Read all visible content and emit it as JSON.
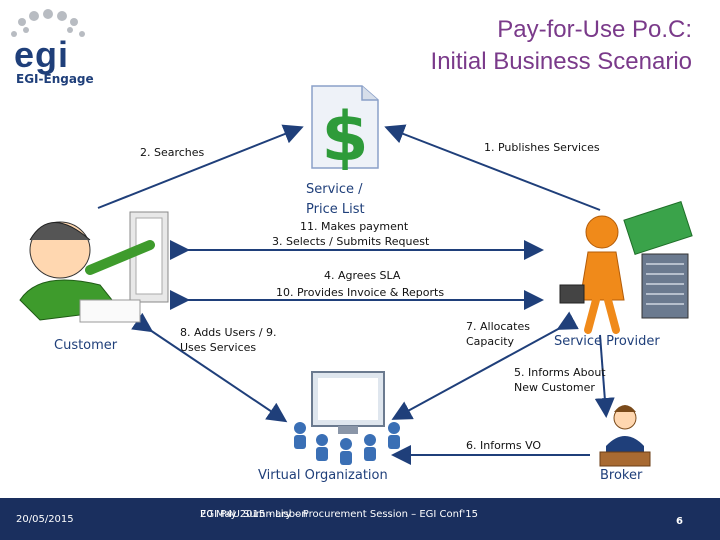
{
  "logo": {
    "brand": "egi",
    "caption": "EGI-Engage"
  },
  "title": {
    "line1": "Pay-for-Use Po.C:",
    "line2": "Initial Business Scenario"
  },
  "center_label": {
    "line1": "Service /",
    "line2": "Price List"
  },
  "steps": {
    "publishes": "1. Publishes Services",
    "searches": "2. Searches",
    "makes_payment": "11. Makes payment",
    "selects": "3. Selects / Submits Request",
    "agrees": "4. Agrees SLA",
    "invoice": "10. Provides Invoice & Reports",
    "adds_users": "8. Adds Users / 9.",
    "uses_services": "Uses Services",
    "allocates": "7. Allocates",
    "capacity": "Capacity",
    "informs_about": "5. Informs About",
    "new_customer": "New Customer",
    "informs_vo": "6. Informs VO"
  },
  "roles": {
    "customer": "Customer",
    "service_provider": "Service Provider",
    "virtual_organization": "Virtual Organization",
    "broker": "Broker"
  },
  "footer": {
    "date": "20/05/2015",
    "line1": "EGI P4U Summary – Procurement Session – EGI Conf'15",
    "line2": "20 May 2015 - Lisbon",
    "page": "6"
  },
  "colors": {
    "title": "#7a3a8a",
    "role": "#1f3f7a",
    "footer_bg": "#1a2f5e",
    "arrow": "#1f3f7a"
  }
}
